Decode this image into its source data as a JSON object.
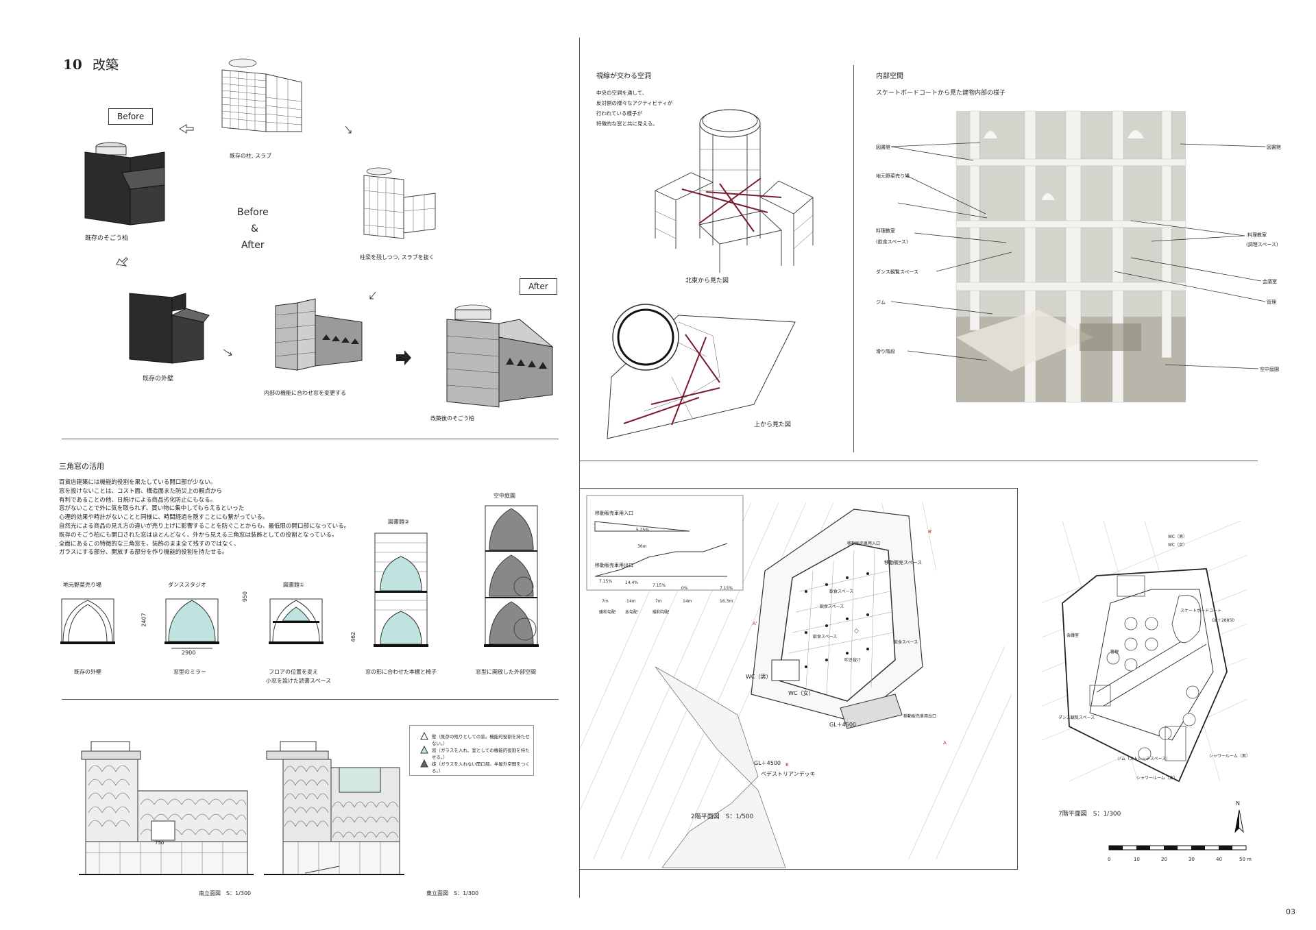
{
  "section": {
    "number": "10",
    "title": "改築"
  },
  "renovation": {
    "before_label": "Before",
    "after_label": "After",
    "center_before": "Before",
    "center_amp": "&",
    "center_after": "After",
    "caption_existing_sogo": "既存のそごう柏",
    "caption_columns_slabs": "既存の柱, スラブ",
    "caption_remove_slabs": "柱梁を残しつつ, スラブを抜く",
    "caption_existing_wall": "既存の外壁",
    "caption_change_windows": "内部の機能に合わせ窓を変更する",
    "caption_renovated": "改築後のそごう柏"
  },
  "triangle_window": {
    "heading": "三角窓の活用",
    "paragraph": [
      "百貨店建築には機能的役割を果たしている開口部が少ない。",
      "窓を設けないことは、コスト面、構造面また防災上の観点から",
      "有利であることの他、日焼けによる商品劣化防止にもなる。",
      "窓がないことで外に気を取られず、買い物に集中してもらえるといった",
      "心理的効果や時計がないことと同様に、時間経過を隠すことにも繋がっている。",
      "自然光による商品の見え方の違いが売り上げに影響することを防ぐことからも、最低限の開口部になっている。",
      "既存のそごう柏にも開口された窓はほとんどなく、外から見える三角窓は装飾としての役割となっている。",
      "全面にあるこの特徴的な三角窓を、装飾のまま全て残すのではなく、",
      "ガラスにする部分、開放する部分を作り機能的役割を持たせる。"
    ],
    "items": [
      {
        "top": "地元野菜売り場",
        "bottom": "既存の外壁"
      },
      {
        "top": "ダンススタジオ",
        "bottom": "窓型のミラー",
        "dim_h": "2407",
        "dim_w": "2900"
      },
      {
        "top": "図書館①",
        "bottom_1": "フロアの位置を変え",
        "bottom_2": "小窓を設けた読書スペース",
        "dim": "950"
      },
      {
        "top": "図書館②",
        "bottom": "窓の形に合わせた本棚と椅子",
        "dim": "462"
      },
      {
        "top": "空中庭園",
        "bottom": "窓型に開放した外部空間"
      }
    ]
  },
  "elevations": {
    "south": "南立面図　S：1/300",
    "east": "東立面図　S：1/300",
    "label_750": "750",
    "legend": [
      "壁（既存の残りとしての窓。機能的役割を持たせない。）",
      "窓（ガラスを入れ、室としての機能的役割を持たせる。）",
      "抜（ガラスを入れない開口部。半屋外空間をつくる。）"
    ]
  },
  "void": {
    "heading": "視線が交わる空洞",
    "desc": [
      "中央の空洞を通して、",
      "反対側の様々なアクティビティが",
      "行われている様子が",
      "特徴的な窓と共に見える。"
    ],
    "caption_ne": "北東から見た図",
    "caption_top": "上から見た図"
  },
  "interior": {
    "heading": "内部空間",
    "subheading": "スケートボードコートから見た建物内部の様子",
    "labels_left": [
      "図書館",
      "地元野菜売り場",
      "料理教室",
      "(飲食スペース)",
      "ダンス観覧スペース",
      "ジム",
      "滑り階段"
    ],
    "labels_right": [
      "図書館",
      "料理教室",
      "(調理スペース)",
      "会議室",
      "管理",
      "空中庭園"
    ]
  },
  "plan2": {
    "title": "2階平面図　S：1/500",
    "slope_entry": "移動販売車用入口",
    "slope_exit": "移動販売車用出口",
    "entry_pct": "5.25%",
    "entry_len": "36m",
    "exit_pcts": [
      "7.15%",
      "14.4%",
      "7.15%",
      "0%",
      "7.15%"
    ],
    "exit_lens": [
      "7m",
      "14m",
      "7m",
      "14m",
      "16.3m"
    ],
    "exit_types": [
      "緩和勾配",
      "本勾配",
      "緩和勾配"
    ],
    "labels": [
      "移動販売スペース",
      "飲食スペース",
      "飲食スペース",
      "飲食スペース",
      "飲食スペース",
      "吹き抜け",
      "WC（男）",
      "WC（女）",
      "GL＋4500",
      "GL＋4500",
      "ペデストリアンデッキ",
      "移動販売車用出口",
      "移動販売車用入口"
    ],
    "section_marks": [
      "A",
      "A'",
      "B",
      "B'"
    ]
  },
  "plan7": {
    "title": "7階平面図　S：1/300",
    "labels": [
      "WC（男）",
      "WC（女）",
      "スケートボードコート",
      "会議室",
      "管理",
      "ダンス観覧スペース",
      "ジム（ストレッチスペース）",
      "シャワールーム（男）",
      "シャワールーム（女）",
      "GL＋28850"
    ],
    "north": "N",
    "scale_ticks": [
      "0",
      "10",
      "20",
      "30",
      "40",
      "50 m"
    ]
  },
  "page_number": "03",
  "colors": {
    "accent": "#7a1a2e",
    "dark": "#2b2b2b",
    "rule": "#555555"
  }
}
